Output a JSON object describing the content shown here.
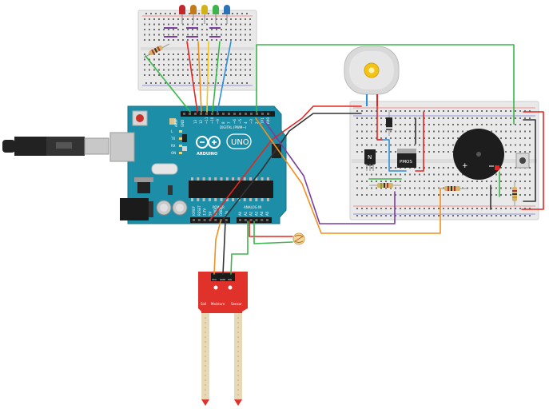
{
  "board": {
    "brand": "ARDUINO",
    "model": "UNO",
    "digital_header": "DIGITAL (PWM~)",
    "power_header": "POWER",
    "analog_header": "ANALOG IN",
    "aref": "AREF",
    "gnd": "GND",
    "pin_labels": [
      "13",
      "12",
      "~11",
      "~10",
      "~9",
      "8",
      "7",
      "~6",
      "~5",
      "4",
      "~3",
      "2",
      "TX1",
      "RX0"
    ],
    "led_labels": [
      "L",
      "TX",
      "RX",
      "ON"
    ],
    "power_labels": [
      "IOREF",
      "RESET",
      "3.3V",
      "5V",
      "GND",
      "GND",
      "Vin"
    ],
    "analog_labels": [
      "A0",
      "A1",
      "A2",
      "A3",
      "A4",
      "A5"
    ]
  },
  "components": {
    "npn_label": "N",
    "mosfet_label": "PMOS",
    "buzzer_plus": "+",
    "sensor_lines": [
      "Soil",
      "Moisture",
      "Sensor"
    ],
    "sensor_pins": [
      "VCC",
      "GND",
      "SIG"
    ]
  },
  "colors": {
    "wire_green": "#3cb54a",
    "wire_red": "#e52521",
    "wire_black": "#333333",
    "wire_orange": "#f0901e",
    "wire_purple": "#7b3fa0",
    "wire_blue": "#2b8fd8",
    "wire_yellow": "#f3c81c",
    "arduino_teal": "#1d8ea8",
    "sensor_red": "#e0322b",
    "led_colors": [
      "#c0282d",
      "#c47a1c",
      "#d2b21a",
      "#3cb54a",
      "#2b73b8"
    ]
  }
}
